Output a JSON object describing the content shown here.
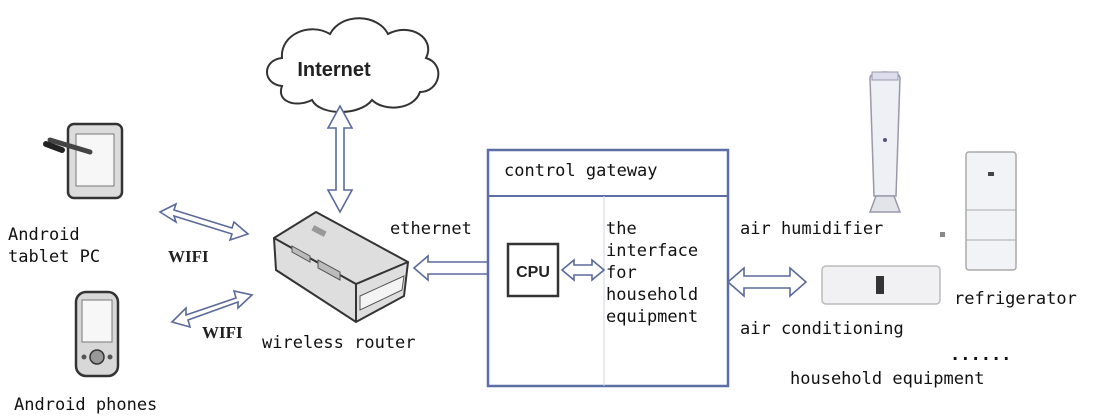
{
  "cloud_label": "Internet",
  "tablet_label_line1": "Android",
  "tablet_label_line2": "tablet PC",
  "phone_label": "Android phones",
  "wifi_top": "WIFI",
  "wifi_bottom": "WIFI",
  "router_label": "wireless router",
  "ethernet_label": "ethernet",
  "gateway_title": "control gateway",
  "cpu_label": "CPU",
  "interface_lines": [
    "the",
    "interface",
    "for",
    "household",
    "equipment"
  ],
  "humidifier_label": "air humidifier",
  "refrigerator_label": "refrigerator",
  "aircon_label": "air conditioning",
  "ellipsis_label": "......",
  "household_label": "household equipment"
}
